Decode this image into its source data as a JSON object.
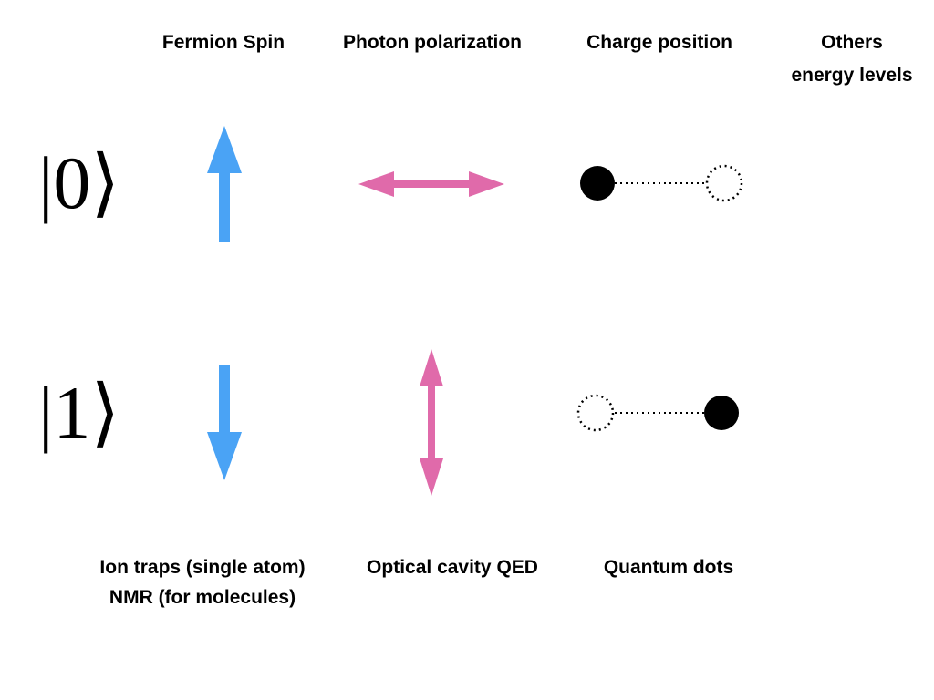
{
  "columns": [
    {
      "header": "Fermion Spin",
      "footer": [
        "Ion traps (single atom)",
        "NMR (for molecules)"
      ]
    },
    {
      "header": "Photon polarization",
      "footer": [
        "Optical cavity QED"
      ]
    },
    {
      "header": "Charge position",
      "footer": [
        "Quantum dots"
      ]
    },
    {
      "header": "Others\nenergy levels",
      "footer": []
    }
  ],
  "states": [
    {
      "ket": "|0⟩"
    },
    {
      "ket": "|1⟩"
    }
  ],
  "colors": {
    "spin_arrow": "#4aa3f5",
    "polarization_arrow": "#e06aaa",
    "charge": "#000000"
  }
}
